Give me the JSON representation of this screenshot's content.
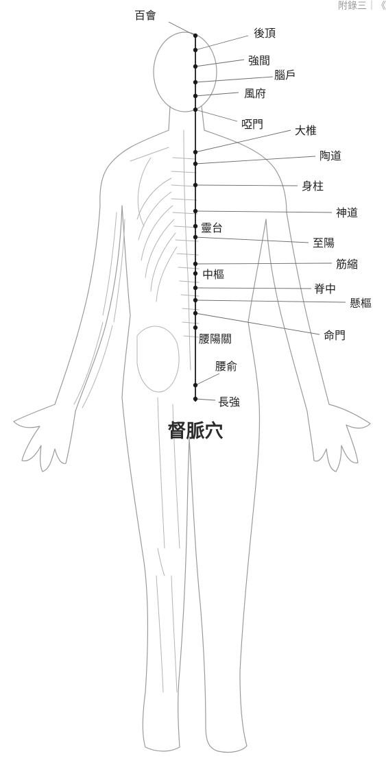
{
  "header": {
    "text": "附錄三｜《"
  },
  "figure": {
    "title": "督脈穴"
  },
  "acupoints": [
    {
      "id": "baihui",
      "label": "百會"
    },
    {
      "id": "houding",
      "label": "後頂"
    },
    {
      "id": "qiangjian",
      "label": "強間"
    },
    {
      "id": "naohu",
      "label": "腦戶"
    },
    {
      "id": "fengfu",
      "label": "風府"
    },
    {
      "id": "yamen",
      "label": "啞門"
    },
    {
      "id": "dazhui",
      "label": "大椎"
    },
    {
      "id": "taodao",
      "label": "陶道"
    },
    {
      "id": "shenzhu",
      "label": "身柱"
    },
    {
      "id": "shendao",
      "label": "神道"
    },
    {
      "id": "lingtai",
      "label": "靈台"
    },
    {
      "id": "zhiyang",
      "label": "至陽"
    },
    {
      "id": "jinsuo",
      "label": "筋縮"
    },
    {
      "id": "zhongshu",
      "label": "中樞"
    },
    {
      "id": "jizhong",
      "label": "脊中"
    },
    {
      "id": "xuanshu",
      "label": "懸樞"
    },
    {
      "id": "mingmen",
      "label": "命門"
    },
    {
      "id": "yaoyangguan",
      "label": "腰陽關"
    },
    {
      "id": "yaoshu",
      "label": "腰俞"
    },
    {
      "id": "changqiang",
      "label": "長強"
    }
  ]
}
